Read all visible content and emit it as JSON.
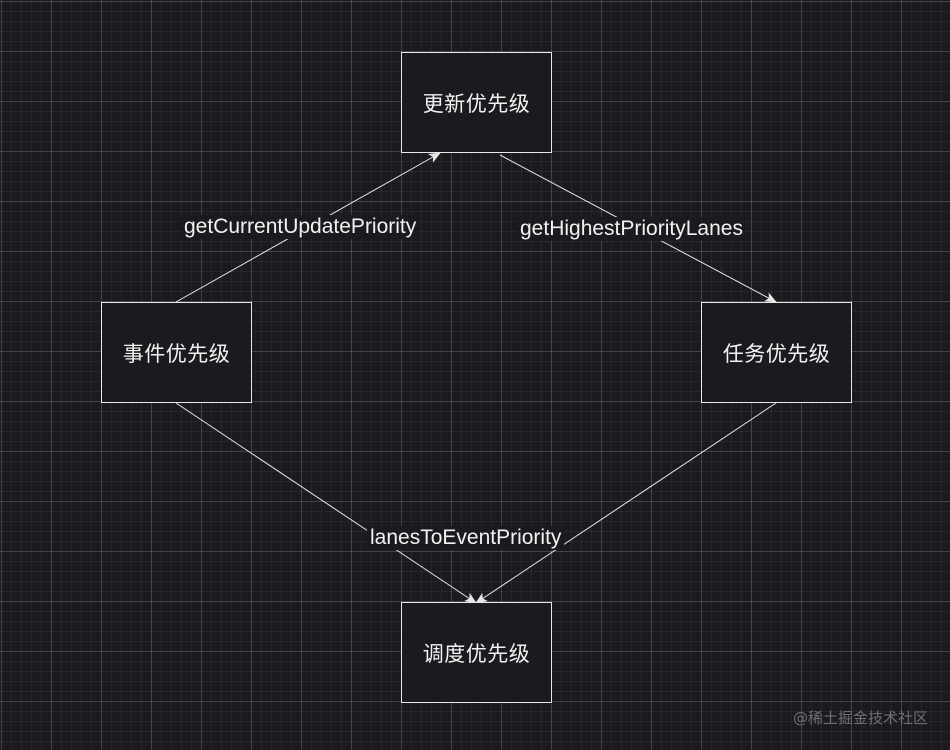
{
  "nodes": {
    "update_priority": "更新优先级",
    "event_priority": "事件优先级",
    "lane_priority": "任务优先级",
    "scheduler_priority": "调度优先级"
  },
  "edges": {
    "get_current_update_priority": "getCurrentUpdatePriority",
    "get_highest_priority_lanes": "getHighestPriorityLanes",
    "lanes_to_event_priority": "lanesToEventPriority"
  },
  "watermark": "@稀土掘金技术社区",
  "colors": {
    "background": "#1c1a1e",
    "line": "#e8e8e8",
    "text": "#f2f2f2",
    "watermark": "#6f6f72"
  }
}
